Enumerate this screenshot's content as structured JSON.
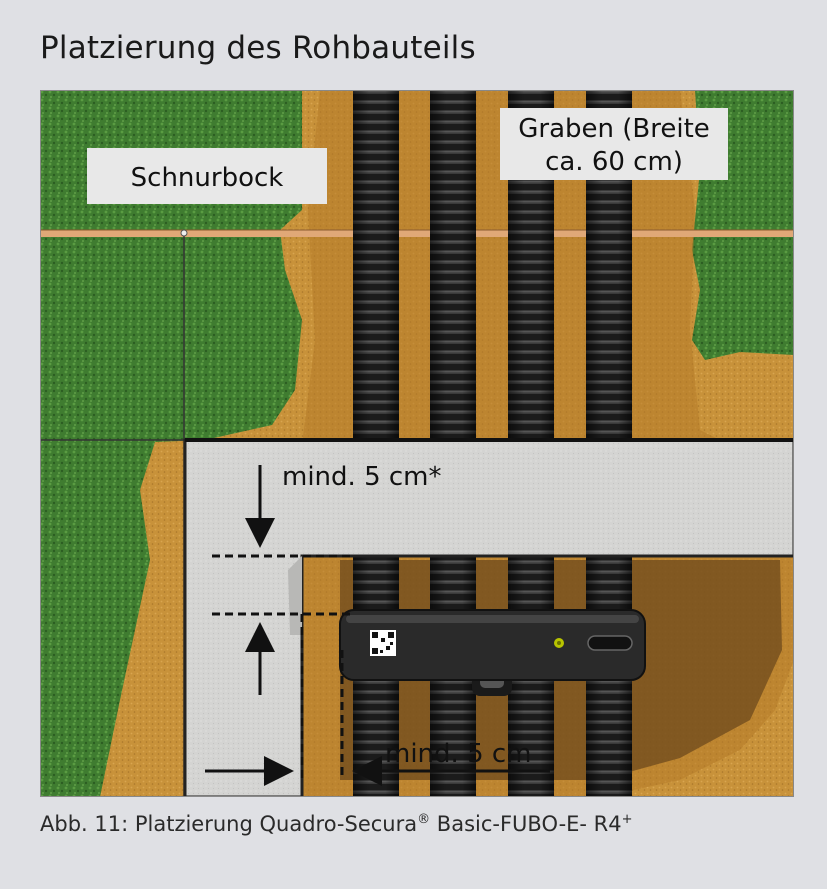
{
  "title": "Platzierung des Rohbauteils",
  "labels": {
    "schnurbock": "Schnurbock",
    "graben_line1": "Graben (Breite",
    "graben_line2": "ca. 60 cm)",
    "min_top": "mind. 5 cm*",
    "min_side": "mind. 5 cm"
  },
  "caption": {
    "text": "Abb. 11: Platzierung Quadro-Secura",
    "reg": "®",
    "text2": " Basic-FUBO-E- R4",
    "sup": "+"
  },
  "colors": {
    "background": "#dfe0e4",
    "grass": "#3d7a2e",
    "soil": "#c8923a",
    "concrete": "#d6d6d4",
    "pipe": "#1e1e1e",
    "device": "#2b2b2b",
    "string": "#e0a877"
  }
}
